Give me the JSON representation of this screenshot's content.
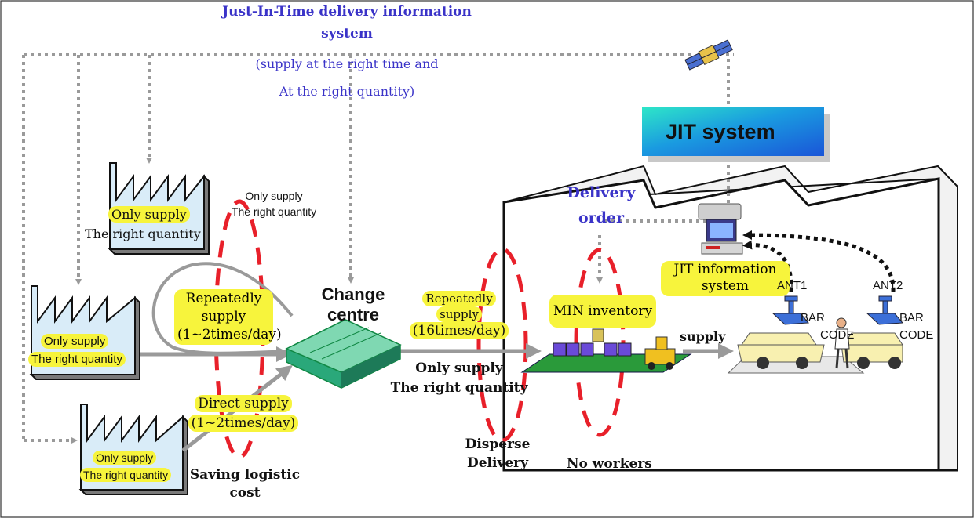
{
  "title": {
    "line1": "Just-In-Time delivery information",
    "line2": "system",
    "line3": "(supply at the right time and",
    "line4": "At the right quantity)"
  },
  "jit_system": {
    "label": "JIT system"
  },
  "delivery_order": {
    "line1": "Delivery",
    "line2": "order"
  },
  "jit_info": {
    "line1": "JIT information",
    "line2": "system"
  },
  "factories": [
    {
      "line1": "Only supply",
      "line2": "The right quantity"
    },
    {
      "line1": "Only supply",
      "line2": "The right quantity"
    },
    {
      "line1": "Only supply",
      "line2": "The right quantity"
    }
  ],
  "top_note": {
    "line1": "Only supply",
    "line2": "The right quantity"
  },
  "repeated_supply_left": {
    "line1": "Repeatedly",
    "line2": "supply",
    "line3": "(1~2times/day)"
  },
  "direct_supply": {
    "line1": "Direct supply",
    "line2": "(1~2times/day)"
  },
  "saving": {
    "line1": "Saving logistic",
    "line2": "cost"
  },
  "change_centre": {
    "line1": "Change",
    "line2": "centre"
  },
  "repeated_supply_right": {
    "line1": "Repeatedly",
    "line2": "supply",
    "line3": "(16times/day)"
  },
  "only_supply_mid": {
    "line1": "Only supply",
    "line2": "The right quantity"
  },
  "disperse": {
    "line1": "Disperse",
    "line2": "Delivery"
  },
  "no_workers": "No workers",
  "min_inventory": "MIN inventory",
  "supply": "supply",
  "ant1": "ANT1",
  "ant2": "ANT2",
  "bar_code_1": {
    "line1": "BAR",
    "line2": "CODE"
  },
  "bar_code_2": {
    "line1": "BAR",
    "line2": "CODE"
  },
  "colors": {
    "title_blue": "#3a33c8",
    "highlight": "#f7f43c",
    "ellipse_red": "#e8202a",
    "factory_fill": "#d9ecf8",
    "arrow_gray": "#9a9a9a"
  }
}
